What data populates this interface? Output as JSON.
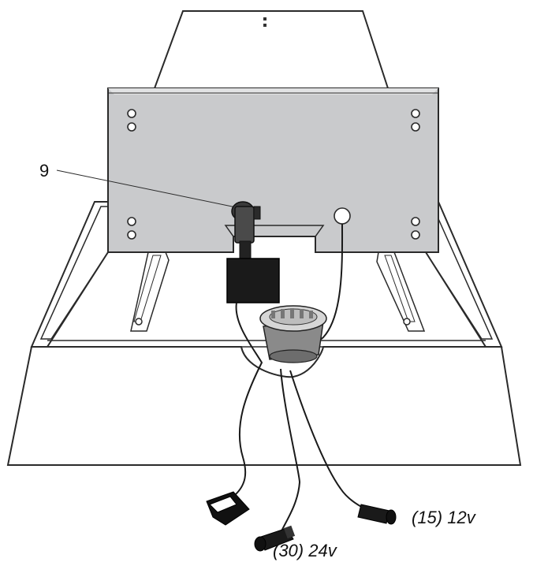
{
  "diagram": {
    "callout_number": "9",
    "connector_labels": {
      "plug_12v": "(15) 12v",
      "plug_24v": "(30) 24v"
    },
    "colors": {
      "plate": "#c9cacc",
      "outline": "#2a2a2a",
      "background": "#ffffff",
      "component": "#1a1a1a",
      "grommet": "#8a8a8a"
    }
  }
}
